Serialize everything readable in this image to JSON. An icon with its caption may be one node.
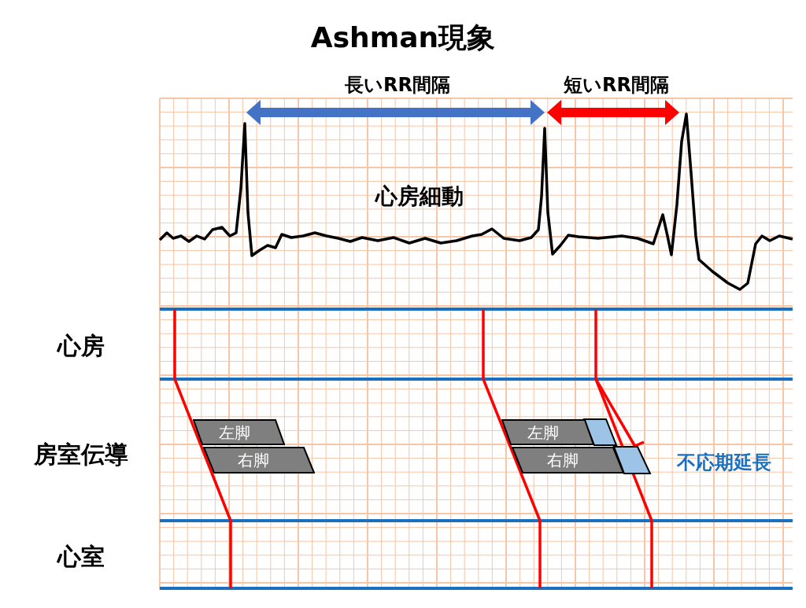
{
  "diagram": {
    "title": "Ashman現象",
    "nodes": [
      {
        "text": [
          "左脚"
        ]
      },
      {
        "text": [
          "右脚"
        ]
      },
      {
        "text": [
          "左脚"
        ]
      },
      {
        "text": [
          "右脚"
        ]
      }
    ],
    "labels": [
      "長いRR間隔",
      "短いRR間隔",
      "心房細動",
      "心房",
      "房室伝導",
      "心室",
      "不応期延長"
    ]
  }
}
